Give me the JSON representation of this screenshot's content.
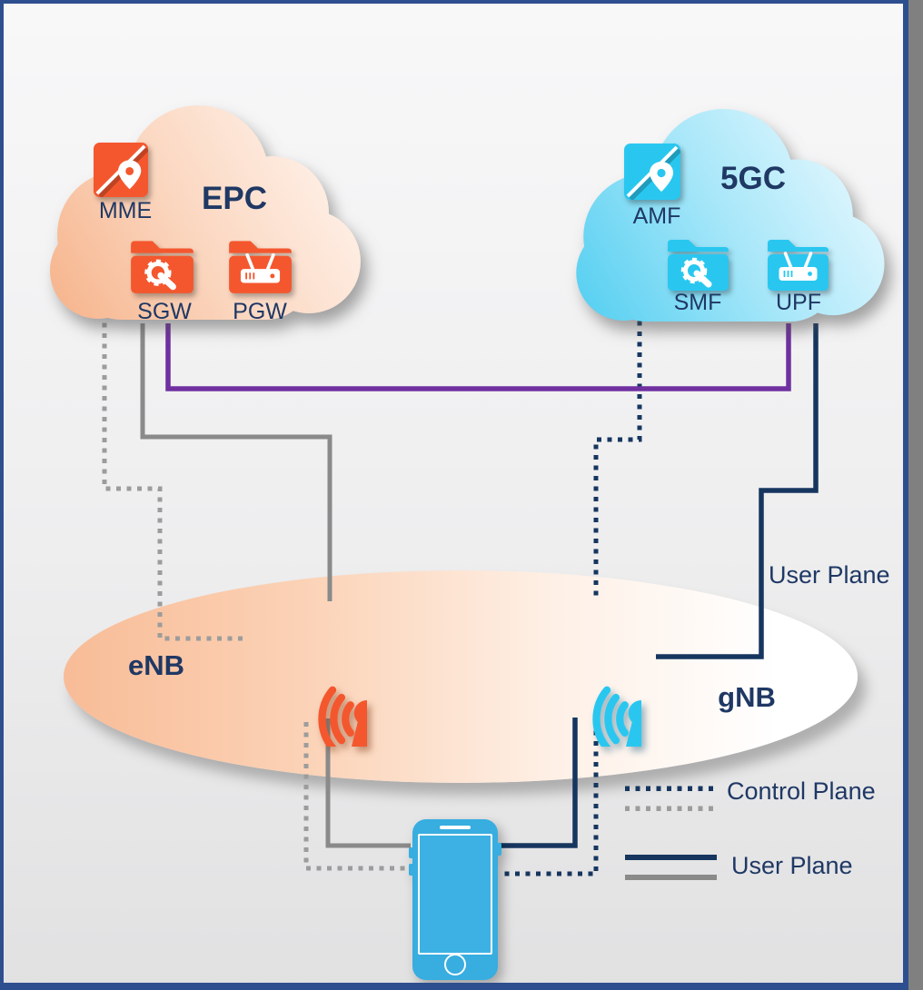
{
  "epc": {
    "title": "EPC",
    "nodes": [
      {
        "label": "MME",
        "icon": "map-pin-square-icon"
      },
      {
        "label": "SGW",
        "icon": "folder-gear-icon"
      },
      {
        "label": "PGW",
        "icon": "folder-router-icon"
      }
    ]
  },
  "core5g": {
    "title": "5GC",
    "nodes": [
      {
        "label": "AMF",
        "icon": "map-pin-square-icon"
      },
      {
        "label": "SMF",
        "icon": "folder-gear-icon"
      },
      {
        "label": "UPF",
        "icon": "folder-router-icon"
      }
    ]
  },
  "ran": {
    "enb_label": "eNB",
    "gnb_label": "gNB"
  },
  "annotations": {
    "user_plane_line_label": "User Plane"
  },
  "legend": {
    "items": [
      {
        "label": "Control Plane",
        "line_styles": [
          "navy-dotted",
          "gray-dotted"
        ]
      },
      {
        "label": "User Plane",
        "line_styles": [
          "navy-solid",
          "gray-solid"
        ]
      }
    ]
  },
  "colors": {
    "navy_text": "#1f3864",
    "navy_line": "#16365f",
    "gray_line": "#8a8a8a",
    "gray_dotted_line": "#9c9c9c",
    "purple_line": "#7030a0",
    "epc_accent": "#f4572e",
    "core5g_accent": "#29c7f0",
    "frame_border": "#2e4f8f",
    "frame_shadow": "#808080"
  }
}
